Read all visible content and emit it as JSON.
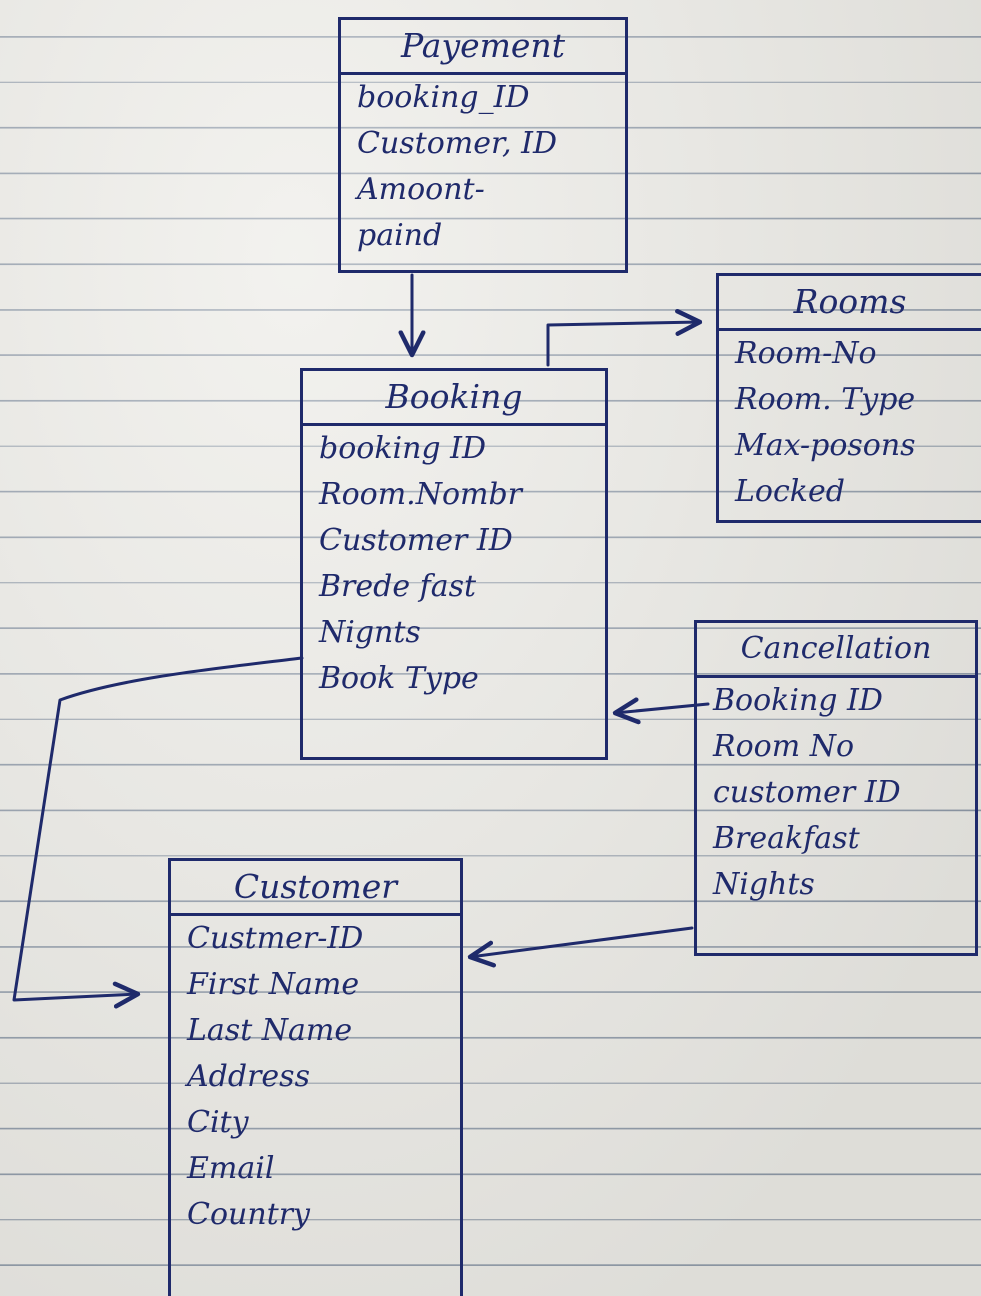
{
  "entities": {
    "payement": {
      "title": "Payement",
      "attrs": [
        "booking_ID",
        "Customer, ID",
        "Amoont-",
        "paind"
      ]
    },
    "booking": {
      "title": "Booking",
      "attrs": [
        "booking ID",
        "Room.Nombr",
        "Customer ID",
        "Brede fast",
        "Nignts",
        "Book Type"
      ]
    },
    "rooms": {
      "title": "Rooms",
      "attrs": [
        "Room-No",
        "Room. Type",
        "Max-posons",
        "Locked"
      ]
    },
    "cancellation": {
      "title": "Cancellation",
      "attrs": [
        "Booking ID",
        "Room No",
        "customer ID",
        "Breakfast",
        "Nights"
      ]
    },
    "customer": {
      "title": "Customer",
      "attrs": [
        "Custmer-ID",
        "First Name",
        "Last Name",
        "Address",
        "City",
        "Email",
        "Country"
      ]
    }
  },
  "style": {
    "ink": "#1f2a6b",
    "paper": "#ecebe6",
    "rule": "#8f9aa8"
  }
}
